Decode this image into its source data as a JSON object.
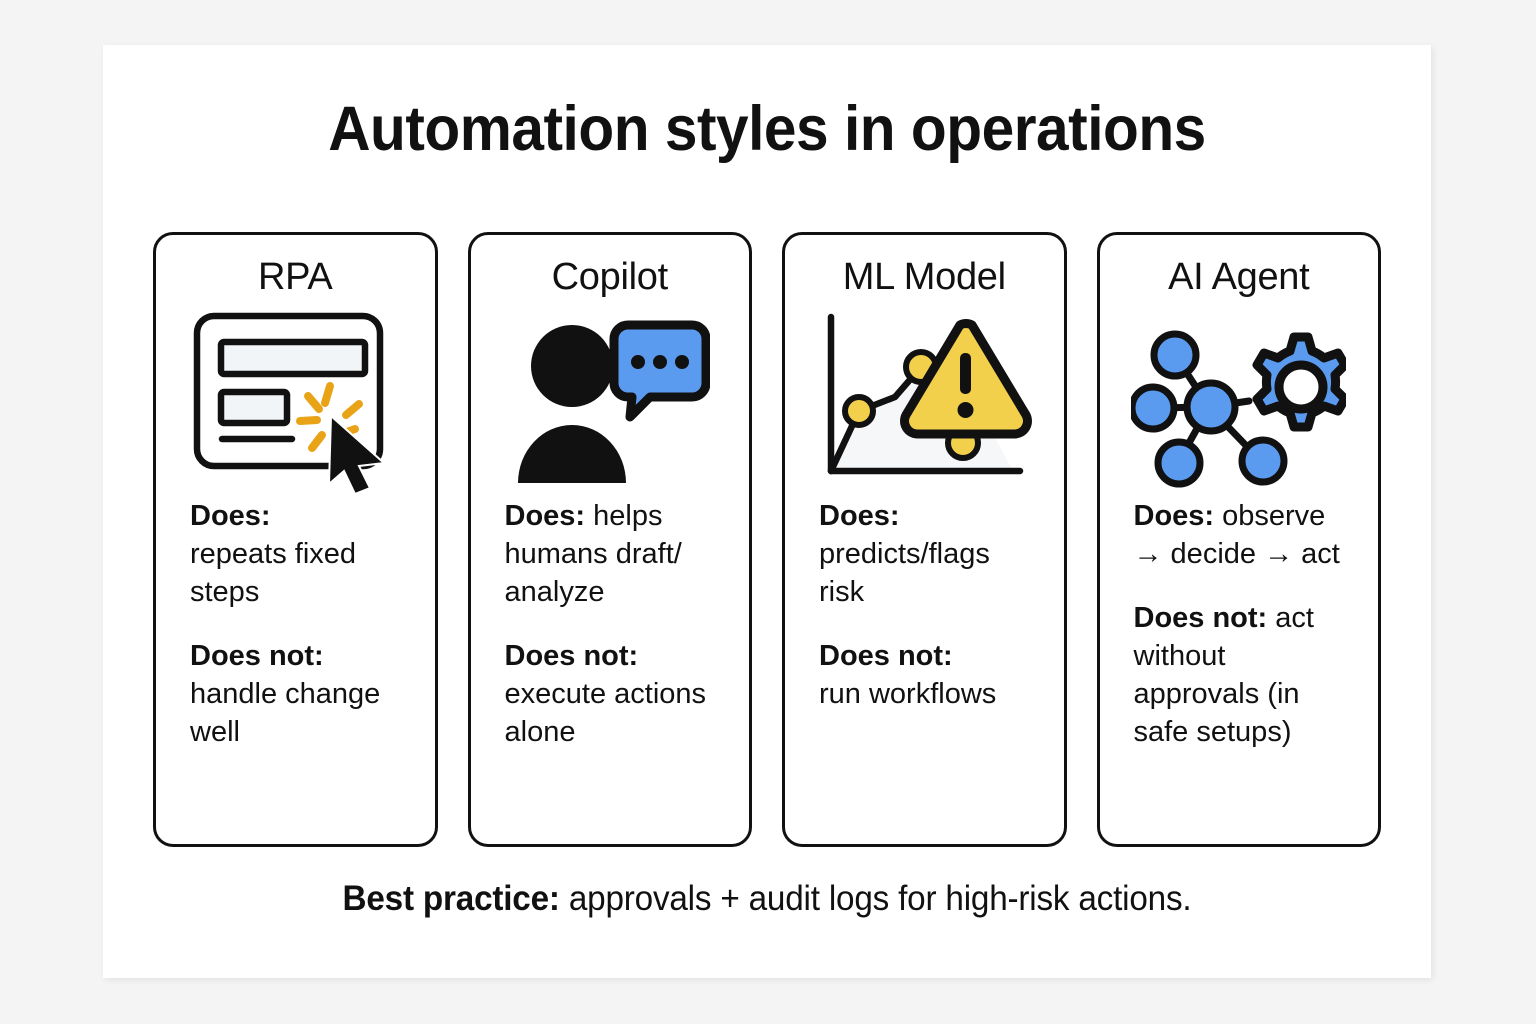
{
  "header": {
    "title": "Automation styles in operations"
  },
  "colors": {
    "page_background": "#f4f4f4",
    "panel_background": "#ffffff",
    "ink": "#111111",
    "accent_blue": "#5b9bef",
    "accent_yellow": "#f2d04b",
    "accent_amber": "#e8a317",
    "field_fill": "#f2f5f7"
  },
  "cards": [
    {
      "title": "RPA",
      "icon": "rpa-form-cursor-icon",
      "does_label": "Does:",
      "does_text": "repeats fixed steps",
      "does_not_label": "Does not:",
      "does_not_text": "handle change well",
      "does_inline": false,
      "does_not_inline": false
    },
    {
      "title": "Copilot",
      "icon": "copilot-person-chat-icon",
      "does_label": "Does:",
      "does_text": "helps humans draft/ analyze",
      "does_not_label": "Does not:",
      "does_not_text": "execute actions alone",
      "does_inline": true,
      "does_not_inline": false
    },
    {
      "title": "ML Model",
      "icon": "ml-chart-warning-icon",
      "does_label": "Does:",
      "does_text": "predicts/flags risk",
      "does_not_label": "Does not:",
      "does_not_text": "run workflows",
      "does_inline": false,
      "does_not_inline": false
    },
    {
      "title": "AI Agent",
      "icon": "ai-agent-network-gear-icon",
      "does_label": "Does:",
      "does_text": "observe → decide → act",
      "does_not_label": "Does not:",
      "does_not_text": "act without approvals (in safe setups)",
      "does_inline": true,
      "does_not_inline": true
    }
  ],
  "footer": {
    "label": "Best practice:",
    "text": "approvals + audit logs for high-risk actions."
  }
}
